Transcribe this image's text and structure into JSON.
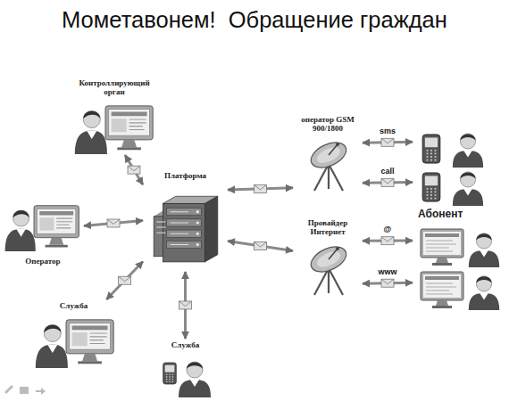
{
  "diagram": {
    "title": "Мометавонем!  Обращение граждан",
    "nodes": [
      {
        "text": [
          "Контроллирующий орган"
        ]
      },
      {
        "text": [
          "Платформа"
        ]
      },
      {
        "text": [
          "Оператор"
        ]
      },
      {
        "text": [
          "Служба"
        ]
      },
      {
        "text": [
          "Служба"
        ]
      },
      {
        "text": [
          "оператор GSM 900/1800"
        ]
      },
      {
        "text": [
          "Провайдер Интернет"
        ]
      },
      {
        "text": [
          "Абонент"
        ]
      }
    ],
    "edges": [
      {
        "from": 0,
        "to": 1,
        "arrow": "both"
      },
      {
        "from": 2,
        "to": 1,
        "arrow": "both"
      },
      {
        "from": 3,
        "to": 1,
        "arrow": "both"
      },
      {
        "from": 1,
        "to": 4,
        "arrow": "both"
      },
      {
        "from": 1,
        "to": 5,
        "arrow": "both"
      },
      {
        "from": 1,
        "to": 6,
        "arrow": "both"
      },
      {
        "from": 5,
        "to": 7,
        "label": "sms",
        "arrow": "both"
      },
      {
        "from": 5,
        "to": 7,
        "label": "call",
        "arrow": "both"
      },
      {
        "from": 6,
        "to": 7,
        "label": "@",
        "arrow": "both"
      },
      {
        "from": 6,
        "to": 7,
        "label": "www",
        "arrow": "both"
      }
    ]
  }
}
